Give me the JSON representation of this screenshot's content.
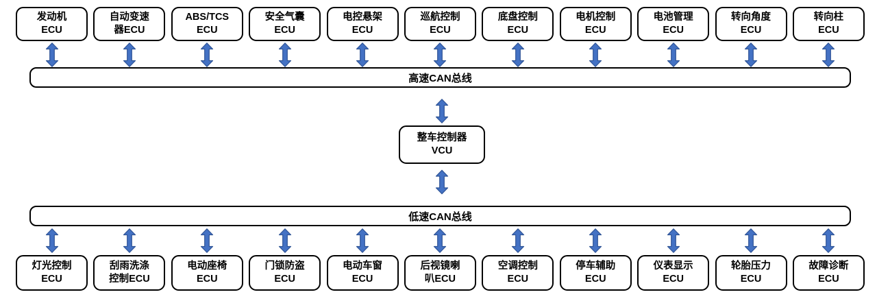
{
  "buses": {
    "high_speed_label": "高速CAN总线",
    "low_speed_label": "低速CAN总线"
  },
  "vcu": {
    "label": "整车控制器\nVCU"
  },
  "high_speed_ecus": [
    {
      "label": "发动机\nECU"
    },
    {
      "label": "自动变速\n器ECU"
    },
    {
      "label": "ABS/TCS\nECU"
    },
    {
      "label": "安全气囊\nECU"
    },
    {
      "label": "电控悬架\nECU"
    },
    {
      "label": "巡航控制\nECU"
    },
    {
      "label": "底盘控制\nECU"
    },
    {
      "label": "电机控制\nECU"
    },
    {
      "label": "电池管理\nECU"
    },
    {
      "label": "转向角度\nECU"
    },
    {
      "label": "转向柱\nECU"
    }
  ],
  "low_speed_ecus": [
    {
      "label": "灯光控制\nECU"
    },
    {
      "label": "刮雨洗涤\n控制ECU"
    },
    {
      "label": "电动座椅\nECU"
    },
    {
      "label": "门锁防盗\nECU"
    },
    {
      "label": "电动车窗\nECU"
    },
    {
      "label": "后视镜喇\n叭ECU"
    },
    {
      "label": "空调控制\nECU"
    },
    {
      "label": "停车辅助\nECU"
    },
    {
      "label": "仪表显示\nECU"
    },
    {
      "label": "轮胎压力\nECU"
    },
    {
      "label": "故障诊断\nECU"
    }
  ],
  "colors": {
    "arrow_fill": "#4472C4",
    "arrow_stroke": "#2F5496",
    "box_border": "#000000",
    "box_fill": "#FFFFFF"
  }
}
